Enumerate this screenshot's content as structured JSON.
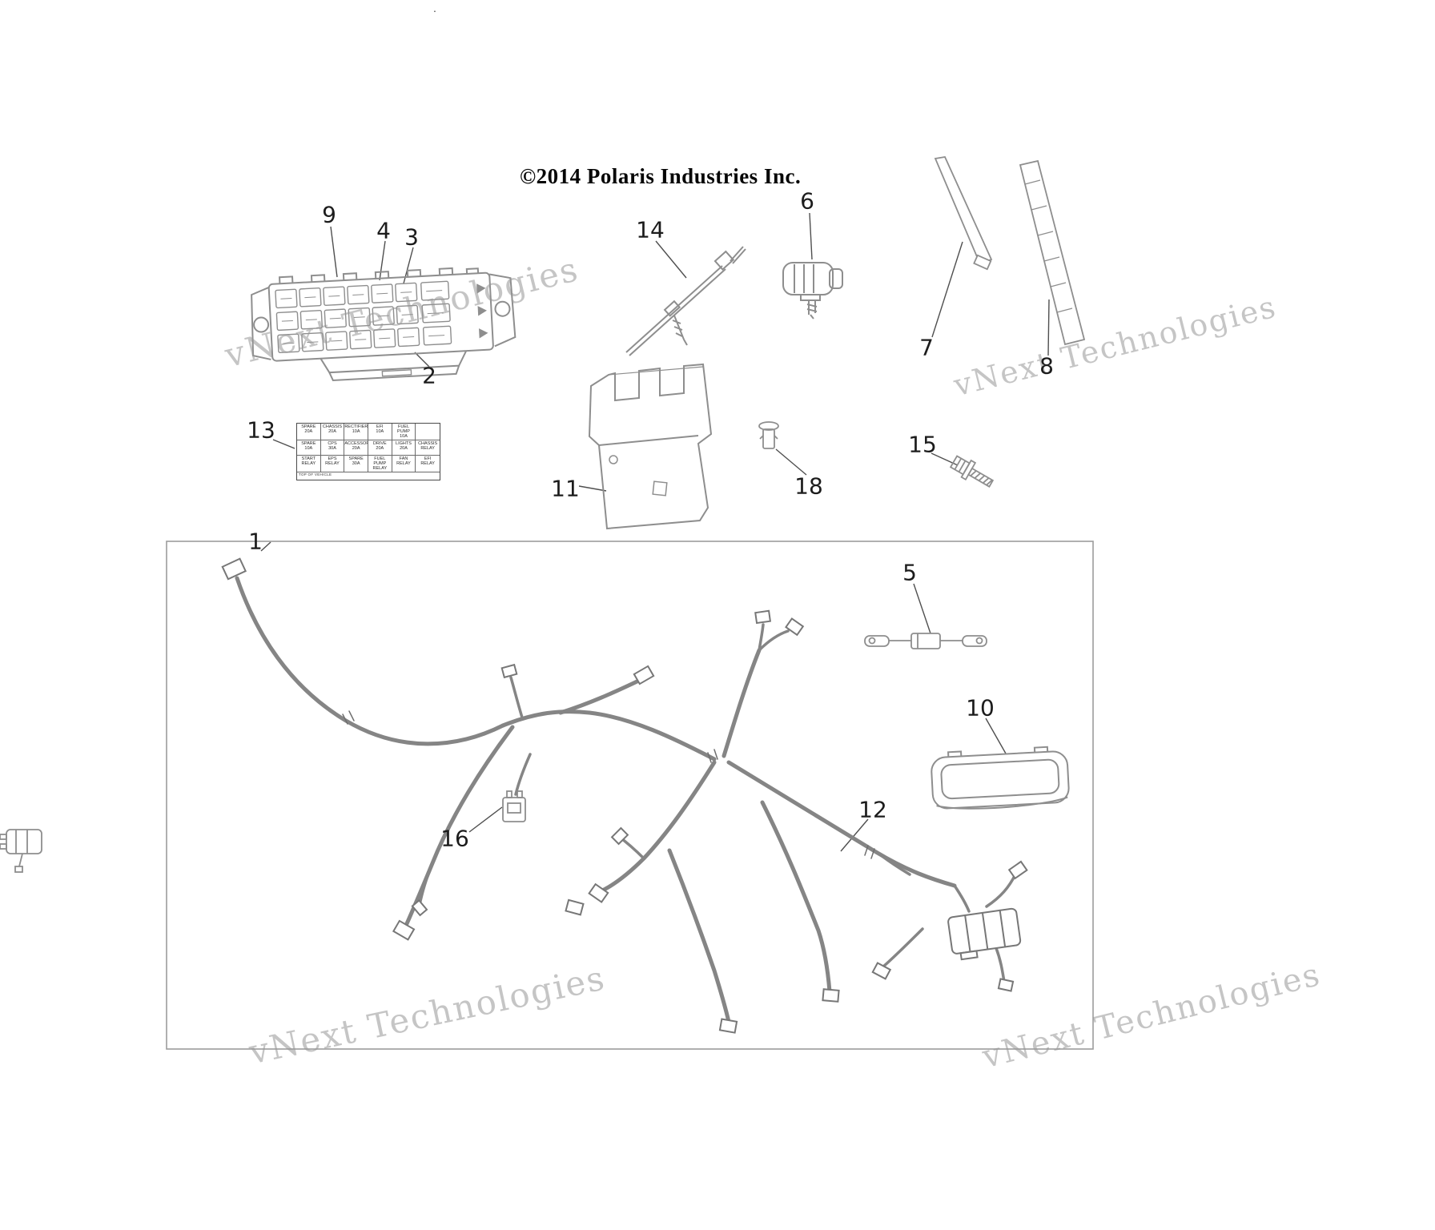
{
  "copyright": "©2014 Polaris Industries Inc.",
  "stray_dot": ".",
  "watermark": {
    "text": "vNext Technologies"
  },
  "callouts": {
    "1": "1",
    "2": "2",
    "3": "3",
    "4": "4",
    "5": "5",
    "6": "6",
    "7": "7",
    "8": "8",
    "9": "9",
    "10": "10",
    "11": "11",
    "12": "12",
    "13": "13",
    "14": "14",
    "15": "15",
    "16": "16",
    "18": "18"
  },
  "fuse_label": {
    "rows": [
      [
        "SPARE\n20A",
        "CHASSIS\n20A",
        "RECTIFIER\n10A",
        "EFI\n10A",
        "FUEL PUMP\n10A",
        ""
      ],
      [
        "SPARE\n10A",
        "CPS\n30A",
        "ACCESSORY\n20A",
        "DRIVE\n20A",
        "LIGHTS\n20A",
        "CHASSIS\nRELAY"
      ],
      [
        "START\nRELAY",
        "EPS\nRELAY",
        "SPARE\n30A",
        "FUEL PUMP\nRELAY",
        "FAN\nRELAY",
        "EFI\nRELAY"
      ]
    ],
    "footer": "TOP OF VEHICLE"
  }
}
